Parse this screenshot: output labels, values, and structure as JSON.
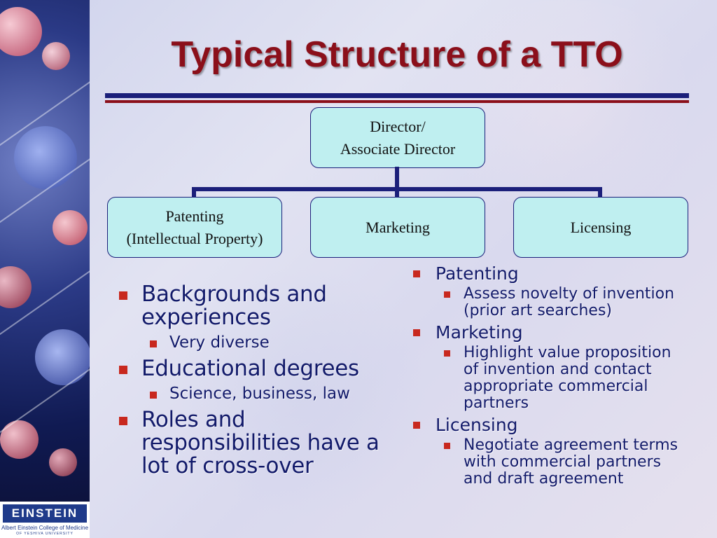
{
  "slide": {
    "title": "Typical Structure of a TTO"
  },
  "org_chart": {
    "top": "Director/\nAssociate Director",
    "children": [
      "Patenting\n(Intellectual Property)",
      "Marketing",
      "Licensing"
    ]
  },
  "left_list": [
    {
      "text": "Backgrounds and experiences",
      "sub": [
        "Very diverse"
      ]
    },
    {
      "text": "Educational degrees",
      "sub": [
        "Science, business, law"
      ]
    },
    {
      "text": "Roles and responsibilities have a lot of cross-over",
      "sub": []
    }
  ],
  "right_list": [
    {
      "text": "Patenting",
      "sub": [
        "Assess novelty of invention (prior art searches)"
      ]
    },
    {
      "text": "Marketing",
      "sub": [
        "Highlight value proposition of invention and contact appropriate commercial partners"
      ]
    },
    {
      "text": "Licensing",
      "sub": [
        "Negotiate agreement terms with commercial partners and draft agreement"
      ]
    }
  ],
  "logo": {
    "name": "EINSTEIN",
    "line1": "Albert Einstein College of Medicine",
    "line2": "OF YESHIVA UNIVERSITY"
  },
  "colors": {
    "title": "#8b0f1a",
    "bullet": "#c8281e",
    "text": "#121a6a",
    "box_fill": "#bfeff0",
    "connector": "#1b1f7a"
  }
}
